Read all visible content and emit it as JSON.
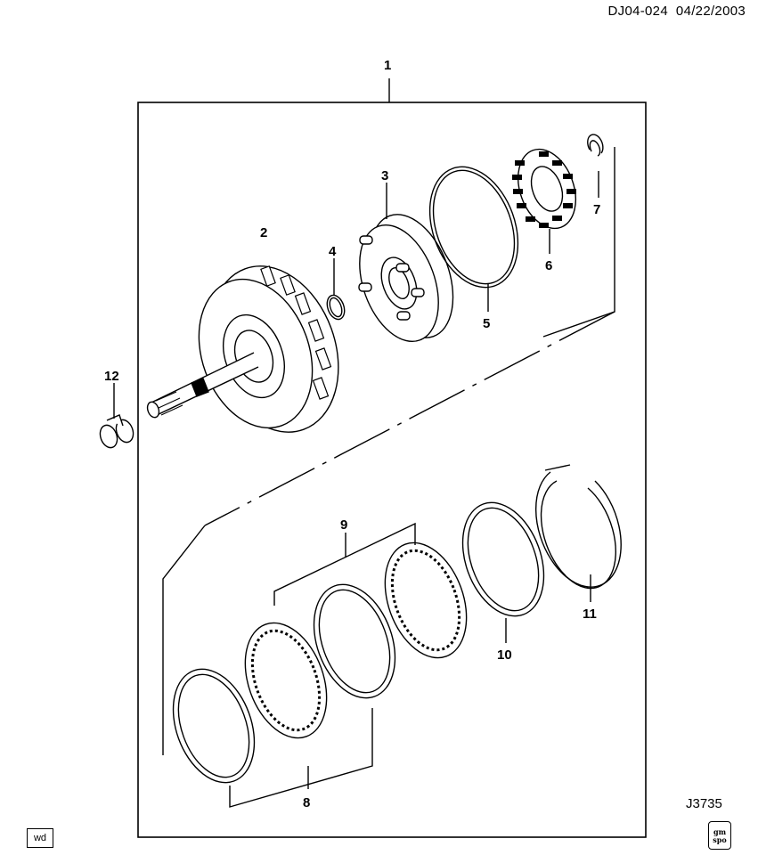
{
  "header": {
    "code": "DJ04-024",
    "date": "04/22/2003"
  },
  "figure_id": "J3735",
  "footer_badge": "wd",
  "logo": {
    "line1": "gm",
    "line2": "spo"
  },
  "callouts": [
    "1",
    "2",
    "3",
    "4",
    "5",
    "6",
    "7",
    "8",
    "9",
    "10",
    "11",
    "12"
  ]
}
